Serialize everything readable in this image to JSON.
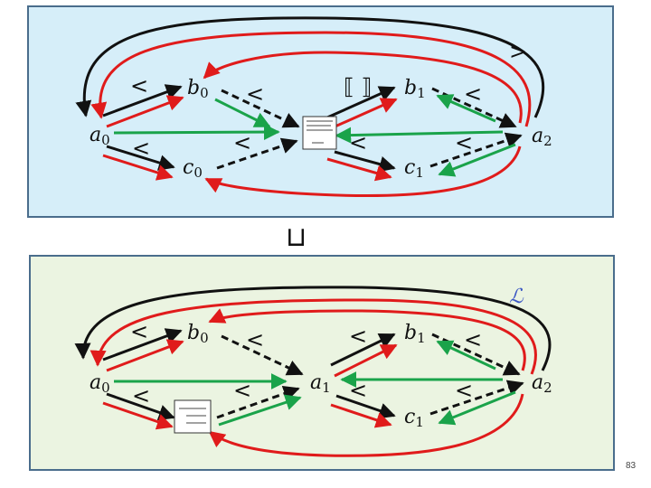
{
  "colors": {
    "top_panel_bg": "#d6eef9",
    "bottom_panel_bg": "#ebf4e1",
    "panel_border": "#4a6d8c",
    "red": "#e01b1b",
    "black": "#111111",
    "green": "#1aa34a",
    "label_blue": "#3b57c4"
  },
  "top": {
    "nodes": {
      "a0": {
        "base": "a",
        "sub": "0"
      },
      "b0": {
        "base": "b",
        "sub": "0"
      },
      "c0": {
        "base": "c",
        "sub": "0"
      },
      "b1": {
        "base": "b",
        "sub": "1"
      },
      "c1": {
        "base": "c",
        "sub": "1"
      },
      "a2": {
        "base": "a",
        "sub": "2"
      }
    },
    "relation_marks": {
      "lt_a0_b0": "<",
      "lt_a0_c0": "<",
      "lt_b0_mid": "<",
      "lt_c0_mid": "<",
      "lt_mid_c1": "<",
      "lt_b1_a2": "<",
      "lt_c1_a2": "<",
      "gt_outer": ">",
      "bracket": "⟦ ⟧"
    }
  },
  "union_symbol": "⊔",
  "bottom": {
    "label": "ℒ",
    "nodes": {
      "a0": {
        "base": "a",
        "sub": "0"
      },
      "b0": {
        "base": "b",
        "sub": "0"
      },
      "a1": {
        "base": "a",
        "sub": "1"
      },
      "b1": {
        "base": "b",
        "sub": "1"
      },
      "c1": {
        "base": "c",
        "sub": "1"
      },
      "a2": {
        "base": "a",
        "sub": "2"
      }
    },
    "relation_marks": {
      "lt_a0_b0": "<",
      "lt_a0_c0": "<",
      "lt_b0_a1": "<",
      "lt_c0_a1": "<",
      "lt_a1_b1": "<",
      "lt_a1_c1": "<",
      "lt_b1_a2": "<",
      "lt_c1_a2": "<"
    }
  },
  "page_number": "83"
}
